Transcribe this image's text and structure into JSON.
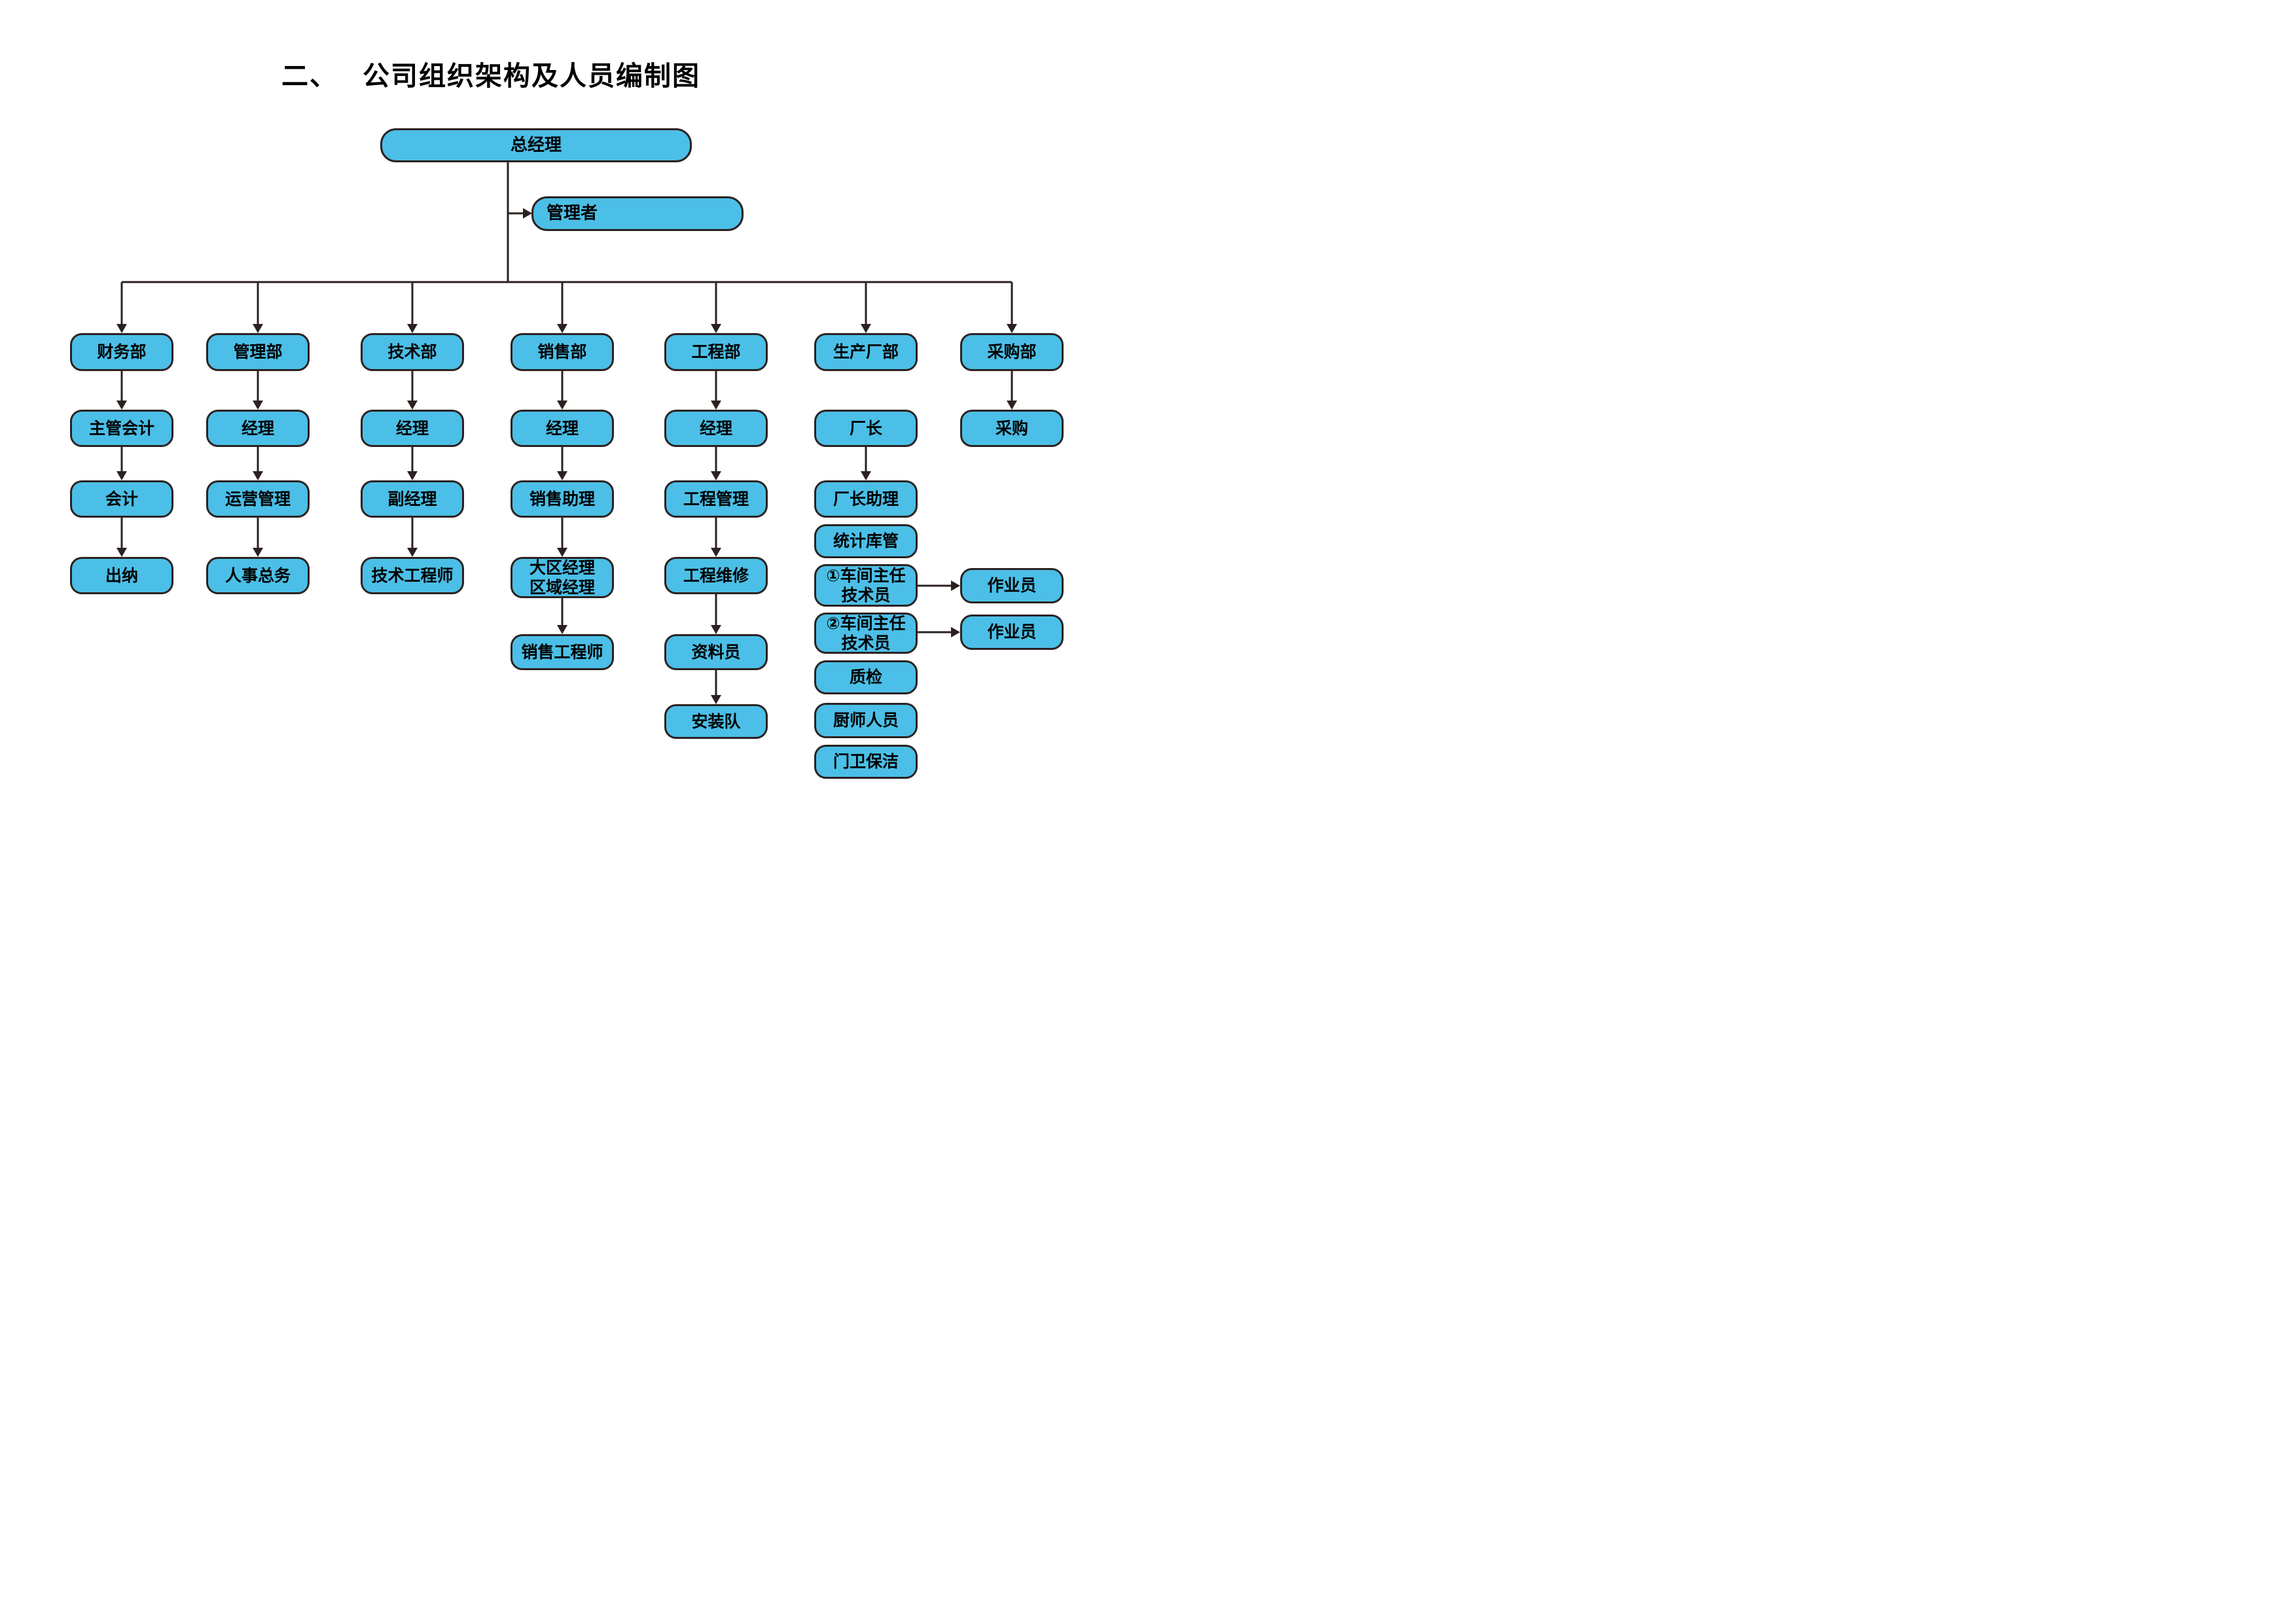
{
  "title": {
    "number": "二、",
    "text": "公司组织架构及人员编制图"
  },
  "org": {
    "root": "总经理",
    "manager": "管理者",
    "columns": [
      {
        "department": "财务部",
        "levels": [
          "主管会计",
          "会计",
          "出纳"
        ]
      },
      {
        "department": "管理部",
        "levels": [
          "经理",
          "运营管理",
          "人事总务"
        ]
      },
      {
        "department": "技术部",
        "levels": [
          "经理",
          "副经理",
          "技术工程师"
        ]
      },
      {
        "department": "销售部",
        "levels": [
          "经理",
          "销售助理",
          "大区经理\n区域经理",
          "销售工程师"
        ]
      },
      {
        "department": "工程部",
        "levels": [
          "经理",
          "工程管理",
          "工程维修",
          "资料员",
          "安装队"
        ]
      },
      {
        "department": "生产厂部",
        "levels": [
          "厂长",
          "厂长助理",
          "统计库管",
          "①车间主任\n技术员",
          "②车间主任\n技术员",
          "质检",
          "厨师人员",
          "门卫保洁"
        ]
      },
      {
        "department": "采购部",
        "levels": [
          "采购"
        ]
      }
    ],
    "workers": [
      "作业员",
      "作业员"
    ]
  },
  "colors": {
    "node_fill": "#4BBFE7",
    "node_border": "#2B2220",
    "connector": "#2B2220",
    "text": "#000000",
    "background": "#FFFFFF"
  }
}
